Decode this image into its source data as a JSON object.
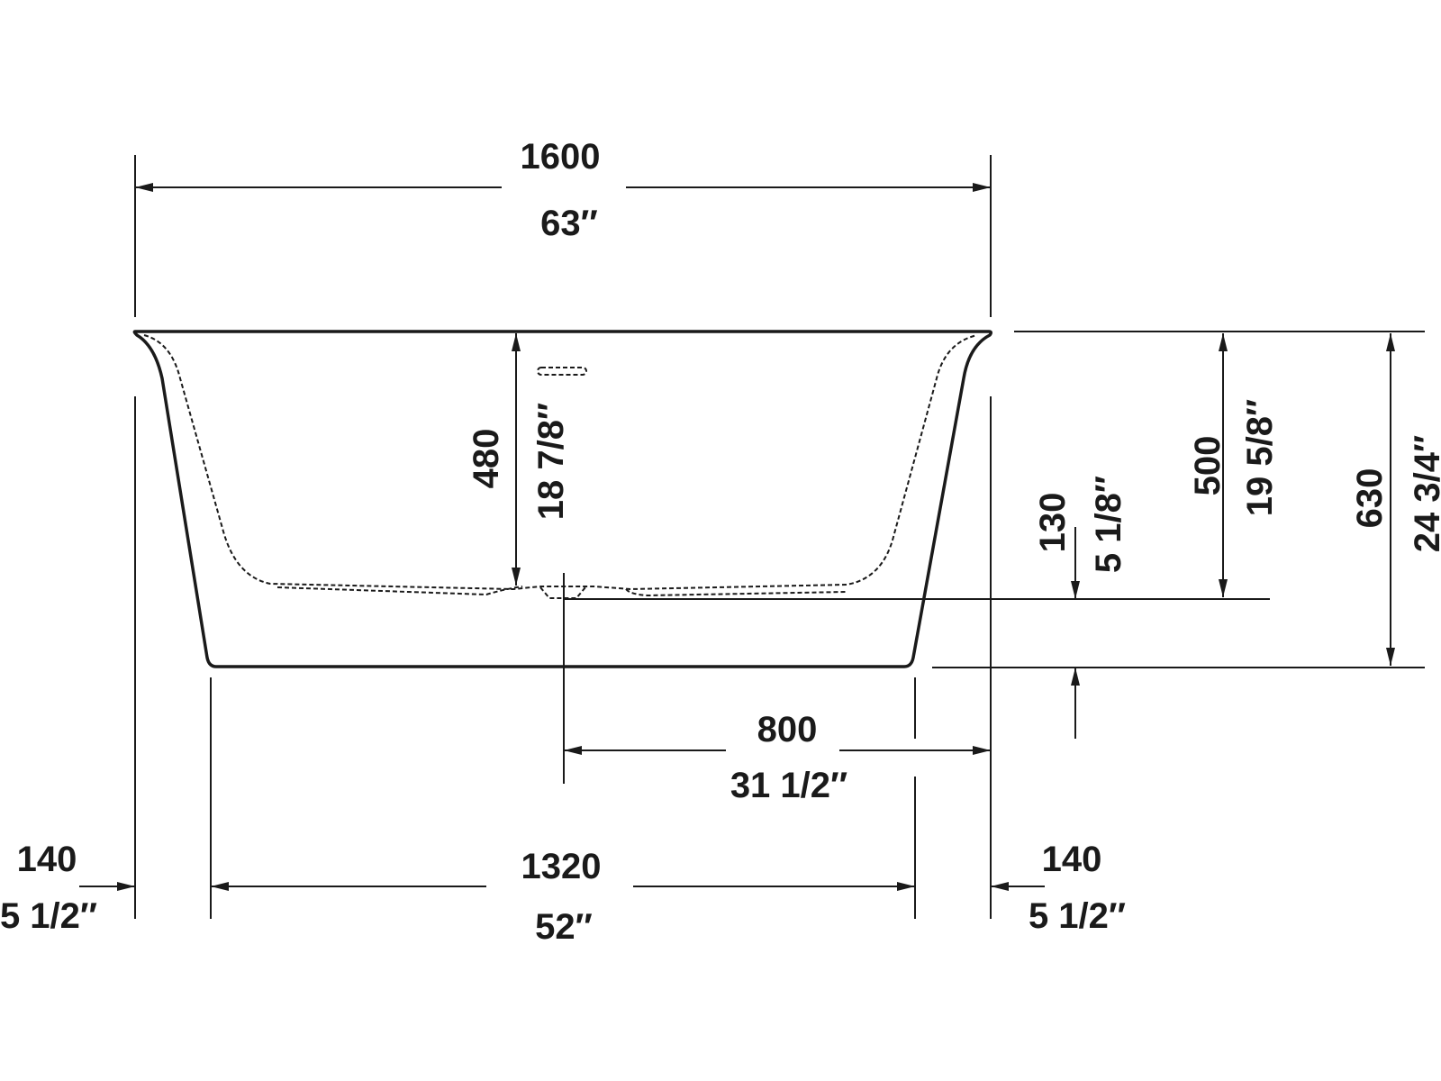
{
  "dimensions": {
    "overall_width": {
      "mm": "1600",
      "in": "63″"
    },
    "depth_inside": {
      "mm": "480",
      "in": "18 7/8″"
    },
    "drain_to_base": {
      "mm": "130",
      "in": "5 1/8″"
    },
    "height_to_drain": {
      "mm": "500",
      "in": "19 5/8″"
    },
    "total_height": {
      "mm": "630",
      "in": "24 3/4″"
    },
    "drain_offset": {
      "mm": "800",
      "in": "31 1/2″"
    },
    "base_width": {
      "mm": "1320",
      "in": "52″"
    },
    "left_overhang": {
      "mm": "140",
      "in": "5 1/2″"
    },
    "right_overhang": {
      "mm": "140",
      "in": "5 1/2″"
    }
  },
  "colors": {
    "line": "#1a1a1a",
    "background": "#ffffff"
  }
}
